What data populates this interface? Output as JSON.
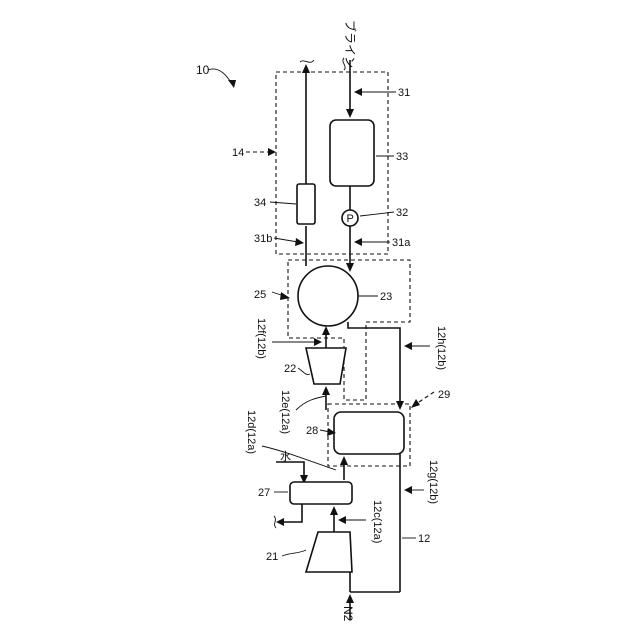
{
  "figure": {
    "ref": "10",
    "inlets": {
      "n2": "N2",
      "brine": "ブライン",
      "water": "水"
    },
    "labels": {
      "l14": "14",
      "l31": "31",
      "l33": "33",
      "l34": "34",
      "l32": "32",
      "l31b": "31b",
      "l31a": "31a",
      "l25": "25",
      "l23": "23",
      "l12f": "12f(12b)",
      "l12h": "12h(12b)",
      "l22": "22",
      "l29": "29",
      "l12e": "12e(12a)",
      "l28": "28",
      "l12d": "12d(12a)",
      "l27": "27",
      "l12g": "12g(12b)",
      "l12c": "12c(12a)",
      "l21": "21",
      "l12": "12",
      "pump": "P"
    }
  }
}
